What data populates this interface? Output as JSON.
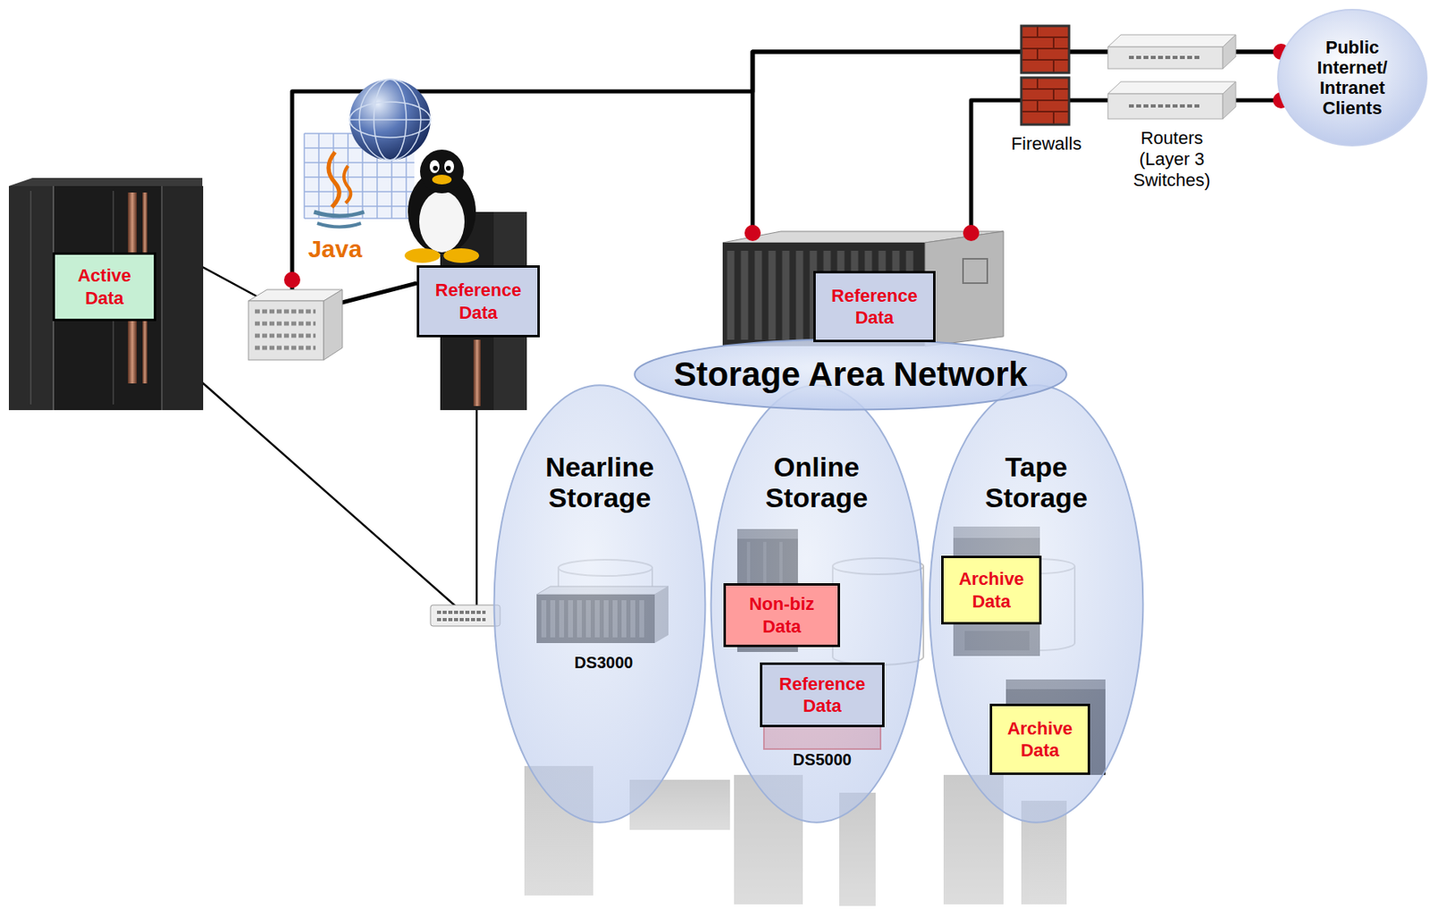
{
  "diagram": {
    "nodes": [
      {
        "text": [
          "Active Data"
        ]
      },
      {
        "text": [
          "Reference Data"
        ]
      },
      {
        "text": [
          "Reference Data"
        ]
      },
      {
        "text": [
          "Storage Area Network"
        ]
      },
      {
        "text": [
          "Nearline Storage"
        ]
      },
      {
        "text": [
          "Online Storage"
        ]
      },
      {
        "text": [
          "Non-biz Data"
        ],
        "in": 5
      },
      {
        "text": [
          "Reference Data"
        ],
        "in": 5
      },
      {
        "text": [
          "Tape Storage"
        ]
      },
      {
        "text": [
          "Archive Data"
        ],
        "in": 8
      },
      {
        "text": [
          "Archive Data"
        ],
        "in": 8
      },
      {
        "text": [
          "Public Internet/ Intranet Clients"
        ]
      }
    ],
    "edges": [
      {
        "from": 11,
        "to": 2,
        "arrow": "none"
      },
      {
        "from": 11,
        "to": 1,
        "arrow": "none"
      },
      {
        "from": 11,
        "to": 2,
        "arrow": "none"
      },
      {
        "from": 0,
        "to": 1,
        "arrow": "none"
      },
      {
        "from": 0,
        "to": 4,
        "arrow": "none"
      },
      {
        "from": 1,
        "to": 4,
        "arrow": "none"
      }
    ],
    "labels": [
      "Java",
      "Firewalls",
      "Routers (Layer 3 Switches)",
      "DS3000",
      "DS5000"
    ]
  }
}
